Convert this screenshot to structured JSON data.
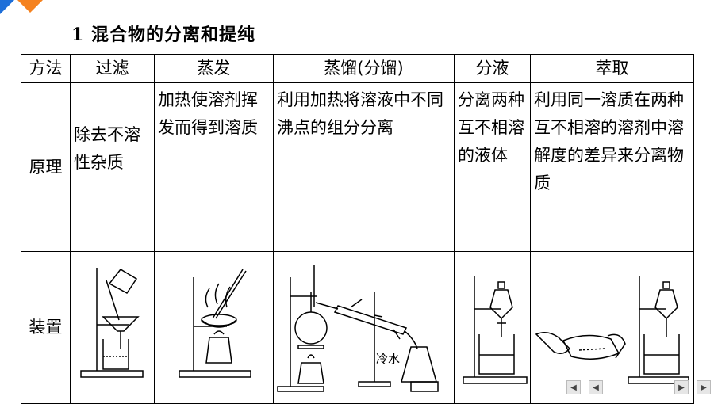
{
  "heading": "1 混合物的分离和提纯",
  "table": {
    "headers": [
      "方法",
      "过滤",
      "蒸发",
      "蒸馏(分馏)",
      "分液",
      "萃取"
    ],
    "principle_label": "原理",
    "principles": [
      "除去不溶性杂质",
      "加热使溶剂挥发而得到溶质",
      "利用加热将溶液中不同沸点的组分分离",
      "分离两种互不相溶的液体",
      "利用同一溶质在两种互不相溶的溶剂中溶解度的差异来分离物质"
    ],
    "apparatus_label": "装置",
    "distill_annotation": "冷水"
  },
  "colors": {
    "accent_orange": "#f5821f",
    "accent_blue": "#1e6fd9"
  },
  "nav": {
    "first": "first-page-icon",
    "prev": "previous-page-icon",
    "next": "next-page-icon",
    "last": "last-page-icon"
  }
}
